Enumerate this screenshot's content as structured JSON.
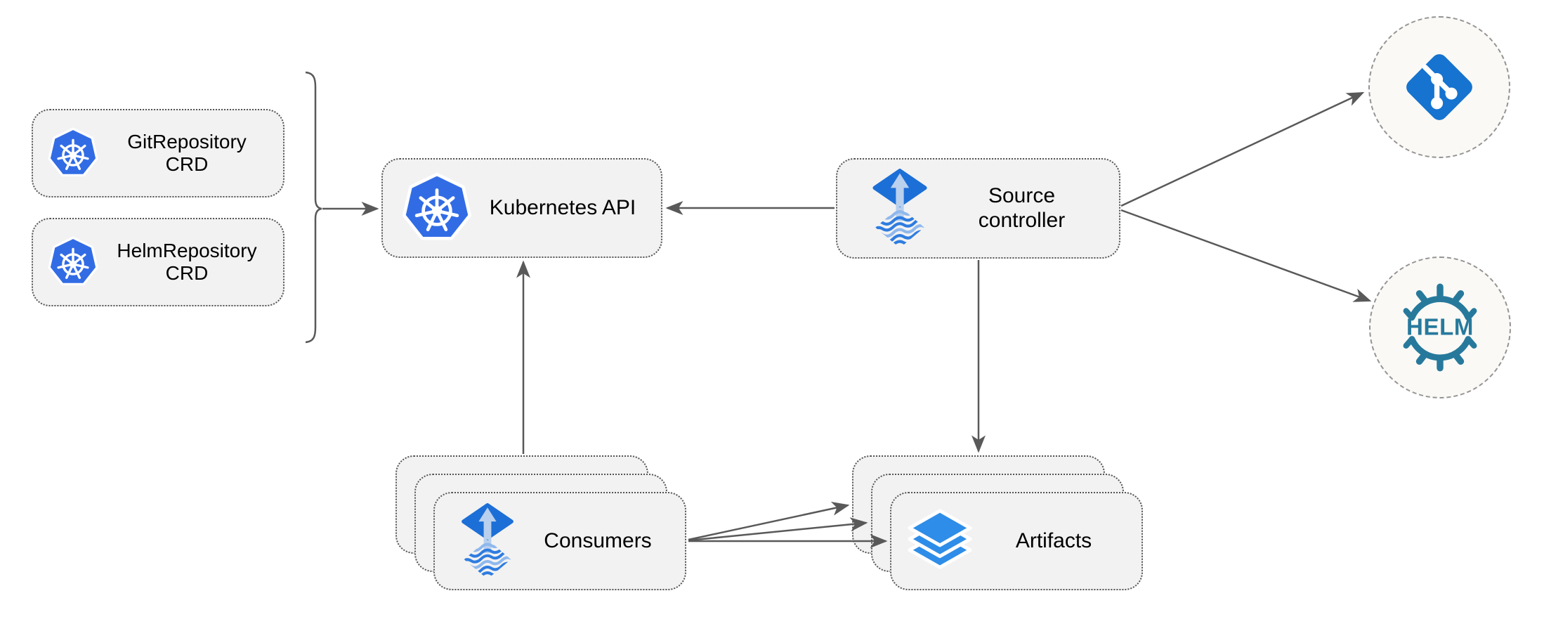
{
  "diagram": {
    "nodes": {
      "git_repo_crd": {
        "label": "GitRepository\nCRD",
        "icon": "kubernetes-icon"
      },
      "helm_repo_crd": {
        "label": "HelmRepository\nCRD",
        "icon": "kubernetes-icon"
      },
      "kubernetes_api": {
        "label": "Kubernetes API",
        "icon": "kubernetes-icon"
      },
      "source_controller": {
        "label": "Source\ncontroller",
        "icon": "flux-icon"
      },
      "consumers": {
        "label": "Consumers",
        "icon": "flux-icon",
        "stack_count": 3
      },
      "artifacts": {
        "label": "Artifacts",
        "icon": "layers-icon",
        "stack_count": 3
      },
      "git_remote": {
        "icon": "git-icon"
      },
      "helm_remote": {
        "icon": "helm-icon",
        "logo_text": "HELM"
      }
    },
    "edges": [
      {
        "from": "crd-group-brace",
        "to": "kubernetes_api"
      },
      {
        "from": "source_controller",
        "to": "kubernetes_api"
      },
      {
        "from": "consumers",
        "to": "kubernetes_api"
      },
      {
        "from": "source_controller",
        "to": "artifacts"
      },
      {
        "from": "source_controller",
        "to": "git_remote"
      },
      {
        "from": "source_controller",
        "to": "helm_remote"
      },
      {
        "from": "consumers",
        "to": "artifacts",
        "count": 3
      }
    ],
    "icons": {
      "kubernetes-icon": "blue heptagon with white ship wheel",
      "flux-icon": "blue diamond with upward arrow above wavy stripes",
      "layers-icon": "three stacked blue layer diamonds",
      "git-icon": "blue rounded diamond with white branch graph",
      "helm-icon": "teal ship wheel with HELM wordmark"
    },
    "colors": {
      "background": "#ffffff",
      "node_fill": "#f2f2f2",
      "node_border": "#545454",
      "circle_fill": "#faf9f6",
      "circle_border": "#949494",
      "arrow": "#595959",
      "kubernetes_blue": "#326ce5",
      "flux_blue": "#1c6fd6",
      "flux_arrow_light": "#b9d0ee",
      "flux_wave_blue": "#2e7ce0",
      "layers_blue": "#2e8de8",
      "git_blue": "#1673cf",
      "helm_teal": "#27799c",
      "text": "#000000"
    }
  }
}
